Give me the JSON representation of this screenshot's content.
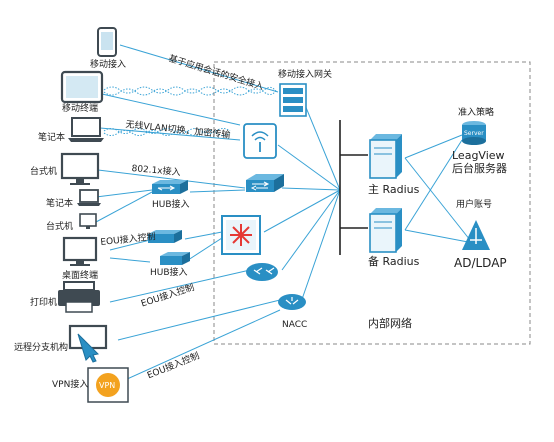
{
  "labels": {
    "mobile_access": "移动接入",
    "mobile_terminal": "移动终端",
    "laptop1": "笔记本",
    "desktop1": "台式机",
    "laptop2": "笔记本",
    "desktop2": "台式机",
    "desktop_terminal": "桌面终端",
    "printer": "打印机",
    "remote_branch": "远程分支机构",
    "vpn_access": "VPN接入",
    "vpn_badge": "VPN",
    "hub_access1": "HUB接入",
    "hub_access2": "HUB接入",
    "mobile_gateway": "移动接入网关",
    "app_session_access": "基于应用会话的安全接入",
    "wireless_vlan": "无线VLAN切换，加密传输",
    "dot1x_access": "802.1x接入",
    "eou_control1": "EOU接入控制",
    "eou_control2": "EOU接入控制",
    "eou_control3": "EOU接入控制",
    "nacc": "NACC",
    "primary_radius": "主 Radius",
    "backup_radius": "备 Radius",
    "access_policy": "准入策略",
    "leagview_server_line1": "LeagView",
    "leagview_server_line2": "后台服务器",
    "user_account": "用户账号",
    "ad_ldap": "AD/LDAP",
    "internal_network": "内部网络",
    "server_badge": "Server"
  },
  "colors": {
    "accent": "#2a8fc4",
    "device_dark": "#3f4a52",
    "line": "#3aa3d6",
    "dashed_border": "#888888",
    "switch_blue": "#4aa5d8",
    "vpn_orange": "#f3a21f",
    "core_red": "#e53935"
  }
}
